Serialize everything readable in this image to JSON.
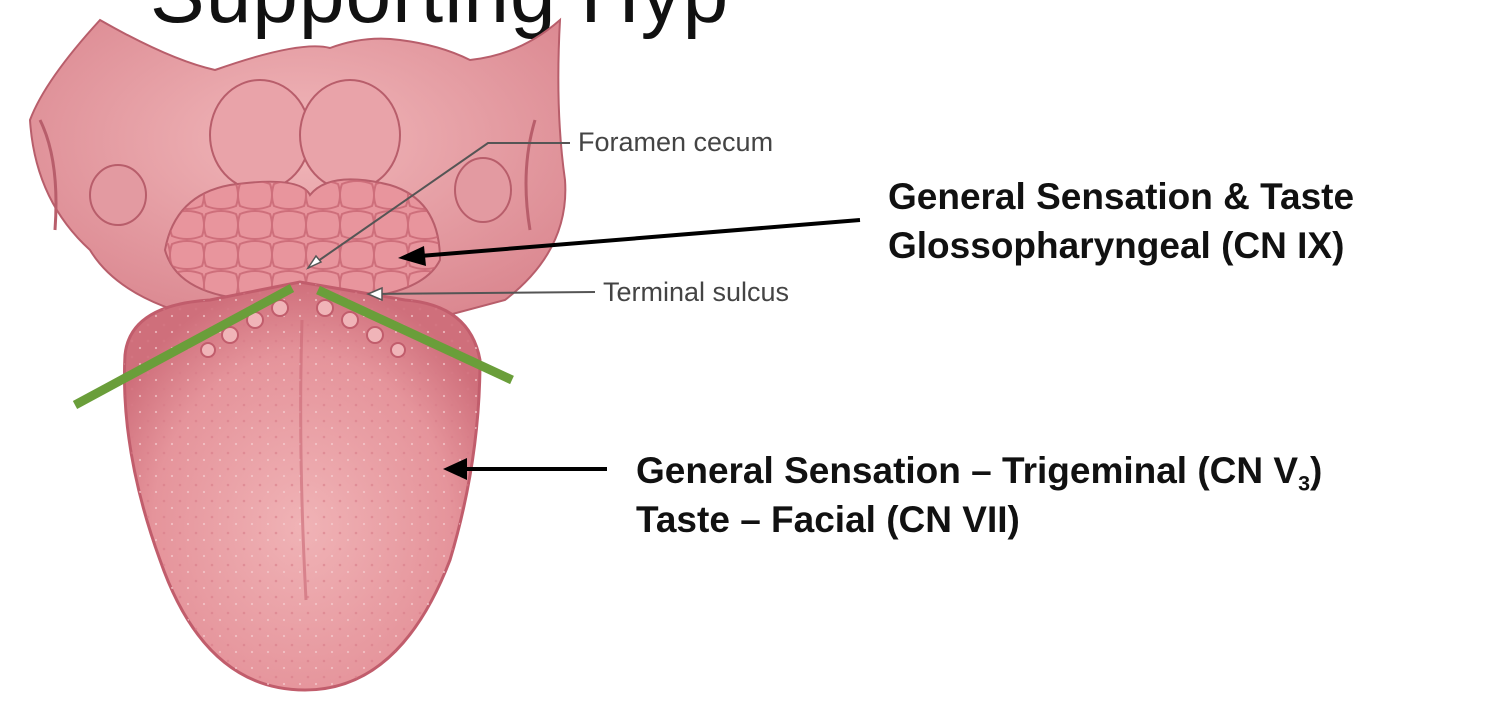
{
  "figure": {
    "clipped_title": "Supporting Hyp",
    "callouts": {
      "foramen_cecum": "Foramen cecum",
      "terminal_sulcus": "Terminal sulcus"
    },
    "regions": {
      "posterior": {
        "line1": "General Sensation & Taste",
        "line2": "Glossopharyngeal (CN IX)"
      },
      "anterior": {
        "line1_prefix": "General Sensation – Trigeminal (CN V",
        "line1_subscript": "3",
        "line1_suffix": ")",
        "line2": "Taste – Facial (CN VII)"
      }
    }
  },
  "colors": {
    "tongue": "#e58c96",
    "tongue_dark": "#c96774",
    "pharynx": "#e8a1a7",
    "divider": "#6a9e3a",
    "arrow": "#000000"
  }
}
